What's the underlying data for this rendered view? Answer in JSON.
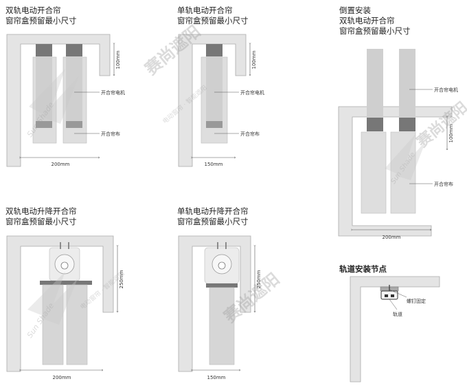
{
  "diagrams": {
    "d1": {
      "title1": "双轨电动开合帘",
      "title2": "窗帘盒预留最小尺寸",
      "motor_label": "开合帘电机",
      "fabric_label": "开合帘布",
      "height_dim": "100mm",
      "width_dim": "200mm"
    },
    "d2": {
      "title1": "单轨电动开合帘",
      "title2": "窗帘盒预留最小尺寸",
      "height_dim": "100mm",
      "motor_label": "开合帘电机",
      "fabric_label": "开合帘布",
      "width_dim": "150mm"
    },
    "d3": {
      "heading": "倒置安装",
      "title1": "双轨电动开合帘",
      "title2": "窗帘盒预留最小尺寸",
      "motor_label": "开合帘电机",
      "height_dim": "100mm",
      "fabric_label": "开合帘布",
      "width_dim": "200mm"
    },
    "d4": {
      "title1": "双轨电动升降开合帘",
      "title2": "窗帘盒预留最小尺寸",
      "height_dim": "250mm",
      "width_dim": "200mm"
    },
    "d5": {
      "title1": "单轨电动升降开合帘",
      "title2": "窗帘盒预留最小尺寸",
      "height_dim": "250mm",
      "width_dim": "150mm"
    },
    "d6": {
      "heading": "轨道安装节点",
      "screw_label": "螺钉固定",
      "track_label": "轨道"
    }
  },
  "watermark": {
    "brand_cn": "赛尚遮阳",
    "brand_en": "Sun Shade",
    "slogan": "电动窗帘 · 智能遮阳"
  },
  "colors": {
    "wall": "#e4e4e4",
    "fabric": "#d8d8d8",
    "motor": "#777777",
    "dim_line": "#555555"
  }
}
